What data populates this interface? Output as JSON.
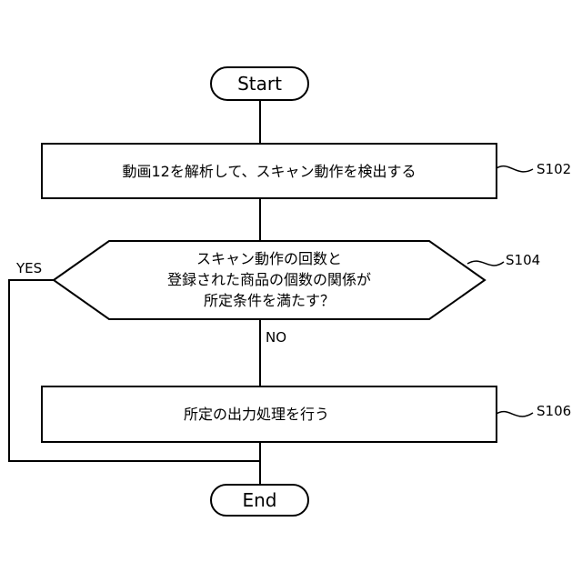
{
  "flowchart": {
    "start": {
      "label": "Start"
    },
    "end": {
      "label": "End"
    },
    "step_s102": {
      "text": "動画12を解析して、スキャン動作を検出する",
      "ref": "S102"
    },
    "decision_s104": {
      "lines": [
        "スキャン動作の回数と",
        "登録された商品の個数の関係が",
        "所定条件を満たす？"
      ],
      "ref": "S104",
      "yes_label": "YES",
      "no_label": "NO"
    },
    "step_s106": {
      "text": "所定の出力処理を行う",
      "ref": "S106"
    }
  }
}
